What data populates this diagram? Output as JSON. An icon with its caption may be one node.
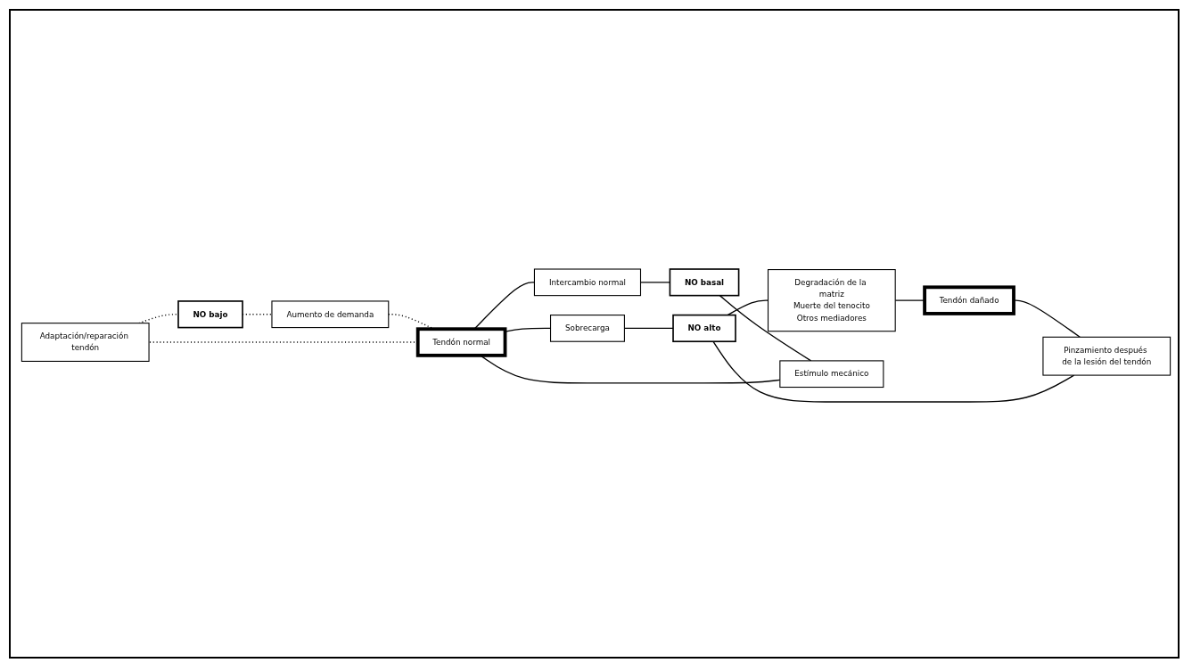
{
  "diagram": {
    "nodes": [
      {
        "text": [
          "Adaptación/reparación tendón"
        ]
      },
      {
        "text": [
          "Degradación de la matriz",
          "Muerte del tenocito",
          "Otros mediadores"
        ]
      },
      {
        "text": [
          "Intercambio normal"
        ]
      },
      {
        "text": [
          "Tendón normal"
        ]
      },
      {
        "text": [
          "NO basal"
        ]
      },
      {
        "text": [
          "NO bajo"
        ]
      },
      {
        "text": [
          "NO alto"
        ]
      },
      {
        "text": [
          "Tendón dañado"
        ]
      },
      {
        "text": [
          "Estímulo mecánico"
        ]
      },
      {
        "text": [
          "Aumento de demanda"
        ]
      },
      {
        "text": [
          "Sobrecarga"
        ]
      },
      {
        "text": [
          "Pinzamiento después de la lesión del tendón"
        ]
      }
    ],
    "edges": [
      {
        "from": 3,
        "to": 2,
        "arrow": "none"
      },
      {
        "from": 2,
        "to": 4,
        "arrow": "none"
      },
      {
        "from": 4,
        "to": 8,
        "arrow": "none"
      },
      {
        "from": 8,
        "to": 3,
        "arrow": "none"
      },
      {
        "from": 3,
        "to": 0,
        "arrow": "none",
        "style": "dashed"
      },
      {
        "from": 0,
        "to": 5,
        "arrow": "none",
        "style": "dashed"
      },
      {
        "from": 5,
        "to": 9,
        "arrow": "none",
        "style": "dashed"
      },
      {
        "from": 9,
        "to": 3,
        "arrow": "none",
        "style": "dashed"
      },
      {
        "from": 3,
        "to": 10,
        "arrow": "none"
      },
      {
        "from": 10,
        "to": 6,
        "arrow": "none"
      },
      {
        "from": 6,
        "to": 1,
        "arrow": "none"
      },
      {
        "from": 1,
        "to": 7,
        "arrow": "none"
      },
      {
        "from": 7,
        "to": 11,
        "arrow": "none"
      },
      {
        "from": 11,
        "to": 6,
        "arrow": "none"
      }
    ]
  }
}
